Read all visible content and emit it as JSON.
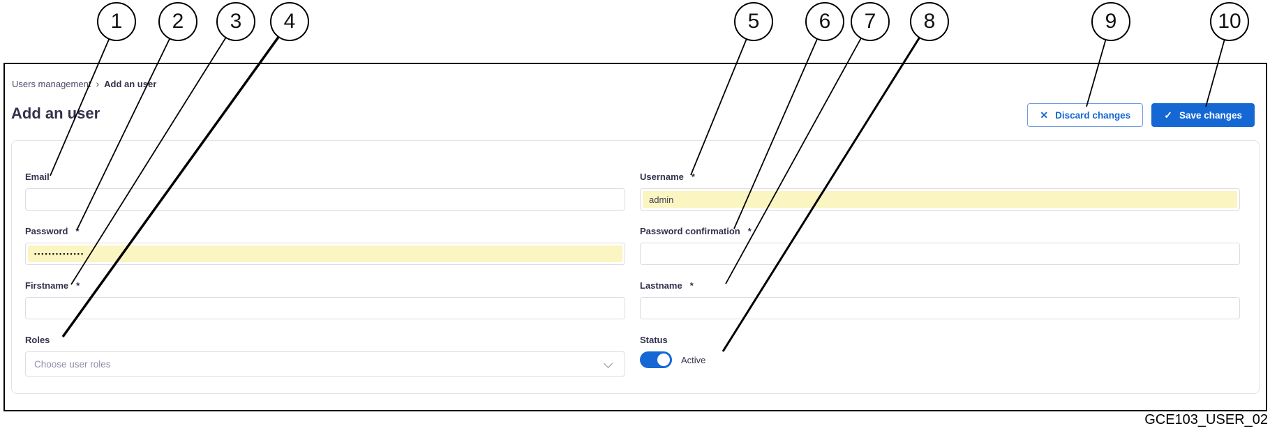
{
  "callouts": [
    "1",
    "2",
    "3",
    "4",
    "5",
    "6",
    "7",
    "8",
    "9",
    "10"
  ],
  "breadcrumb": {
    "parent": "Users management",
    "separator": "›",
    "current": "Add an user"
  },
  "page": {
    "title": "Add an user"
  },
  "toolbar": {
    "discard_icon": "✕",
    "discard_label": "Discard changes",
    "save_icon": "✓",
    "save_label": "Save changes"
  },
  "form": {
    "required_marker": "*",
    "email": {
      "label": "Email",
      "value": ""
    },
    "username": {
      "label": "Username",
      "value": "admin"
    },
    "password": {
      "label": "Password",
      "masked_value": "••••••••••••••"
    },
    "password_confirmation": {
      "label": "Password confirmation",
      "value": ""
    },
    "firstname": {
      "label": "Firstname",
      "value": ""
    },
    "lastname": {
      "label": "Lastname",
      "value": ""
    },
    "roles": {
      "label": "Roles",
      "placeholder": "Choose user roles"
    },
    "status": {
      "label": "Status",
      "value": "Active",
      "state": "on"
    }
  },
  "caption": "GCE103_USER_02",
  "colors": {
    "primary_blue": "#1568d4",
    "autofill_yellow": "#fbf5c2",
    "label_color": "#32324d"
  }
}
